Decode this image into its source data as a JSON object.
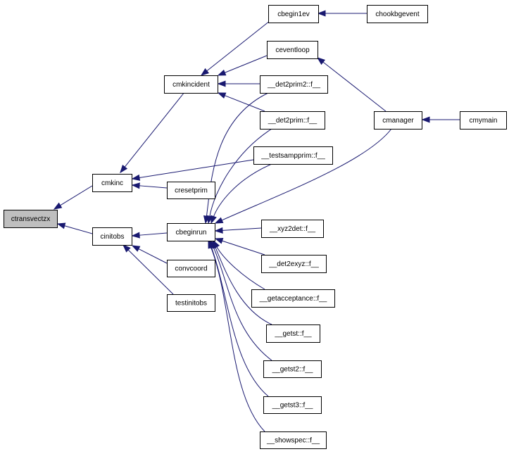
{
  "nodes": {
    "ctransvectzx": "ctransvectzx",
    "cmkinc": "cmkinc",
    "cinitobs": "cinitobs",
    "cmkincident": "cmkincident",
    "cresetprim": "cresetprim",
    "cbeginrun": "cbeginrun",
    "convcoord": "convcoord",
    "testinitobs": "testinitobs",
    "cbegin1ev": "cbegin1ev",
    "chookbgevent": "chookbgevent",
    "ceventloop": "ceventloop",
    "det2prim2": "__det2prim2::f__",
    "det2prim": "__det2prim::f__",
    "testsampprim": "__testsampprim::f__",
    "cmanager": "cmanager",
    "cmymain": "cmymain",
    "xyz2det": "__xyz2det::f__",
    "det2exyz": "__det2exyz::f__",
    "getacceptance": "__getacceptance::f__",
    "getst": "__getst::f__",
    "getst2": "__getst2::f__",
    "getst3": "__getst3::f__",
    "showspec": "__showspec::f__"
  },
  "colors": {
    "edge": "#191970",
    "highlight_fill": "#bfbfbf",
    "node_border": "#000000"
  },
  "edges": [
    [
      "cmkinc",
      "ctransvectzx"
    ],
    [
      "cinitobs",
      "ctransvectzx"
    ],
    [
      "cmkincident",
      "cmkinc"
    ],
    [
      "cresetprim",
      "cmkinc"
    ],
    [
      "testsampprim",
      "cmkinc"
    ],
    [
      "cbeginrun",
      "cinitobs"
    ],
    [
      "convcoord",
      "cinitobs"
    ],
    [
      "testinitobs",
      "cinitobs"
    ],
    [
      "cbegin1ev",
      "cmkincident"
    ],
    [
      "ceventloop",
      "cmkincident"
    ],
    [
      "det2prim2",
      "cmkincident"
    ],
    [
      "det2prim",
      "cmkincident"
    ],
    [
      "chookbgevent",
      "cbegin1ev"
    ],
    [
      "cmanager",
      "ceventloop"
    ],
    [
      "cmymain",
      "cmanager"
    ],
    [
      "det2prim2",
      "cbeginrun"
    ],
    [
      "det2prim",
      "cbeginrun"
    ],
    [
      "testsampprim",
      "cbeginrun"
    ],
    [
      "cmanager",
      "cbeginrun"
    ],
    [
      "xyz2det",
      "cbeginrun"
    ],
    [
      "det2exyz",
      "cbeginrun"
    ],
    [
      "getacceptance",
      "cbeginrun"
    ],
    [
      "getst",
      "cbeginrun"
    ],
    [
      "getst2",
      "cbeginrun"
    ],
    [
      "getst3",
      "cbeginrun"
    ],
    [
      "showspec",
      "cbeginrun"
    ]
  ]
}
